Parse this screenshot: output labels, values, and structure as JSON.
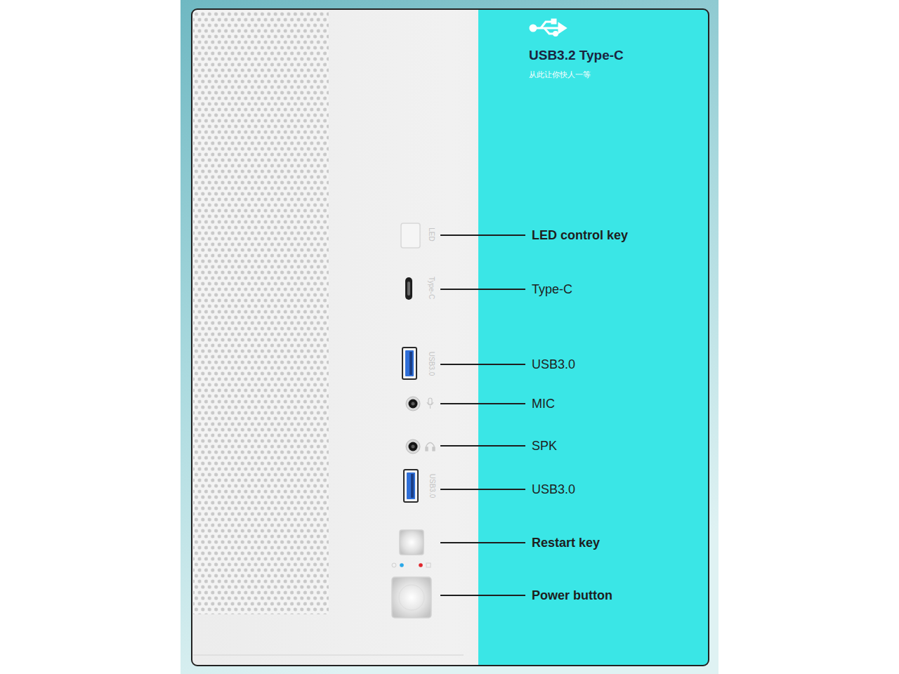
{
  "diagram": {
    "title": "USB3.2 Type-C",
    "labels": [
      "从此让你快人一等",
      "LED",
      "Type-C",
      "USB3.0",
      "USB3.0",
      "LED control key",
      "Type-C",
      "USB3.0",
      "MIC",
      "SPK",
      "USB3.0",
      "Restart key",
      "Power button"
    ]
  }
}
